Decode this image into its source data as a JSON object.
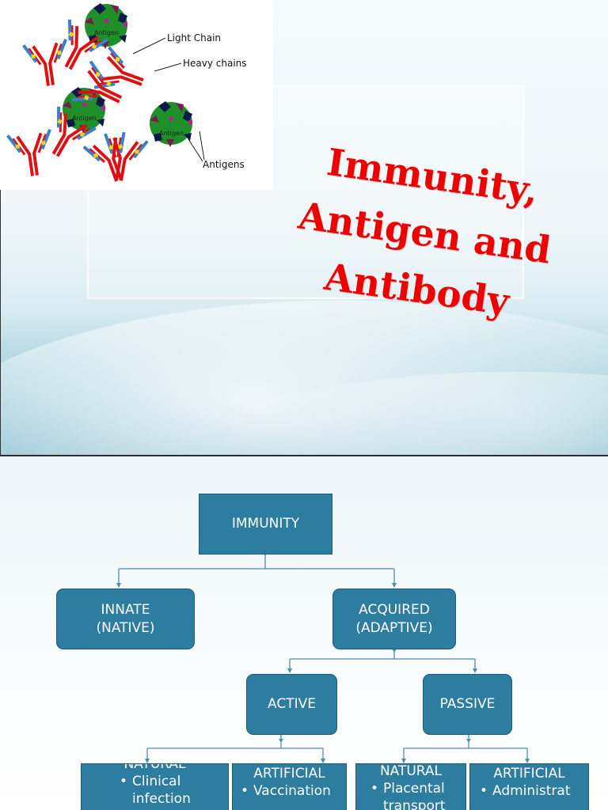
{
  "slide1": {
    "title_lines": [
      "Immunity,",
      "Antigen and",
      "Antibody"
    ],
    "illustration": {
      "label_light_chain": "Light Chain",
      "label_heavy_chains": "Heavy chains",
      "label_antigens": "Antigens",
      "antigen_word": "Antigen",
      "colors": {
        "heavy_chain": "#dd1111",
        "light_chain": "#3a7fd0",
        "antigen_body": "#1f8f2a",
        "epitope_dark": "#0b1a4a",
        "epitope_purple": "#7a1850",
        "epitope_magenta": "#c0189a",
        "hinge": "#f2d21b"
      }
    }
  },
  "slide2": {
    "nodes": {
      "immunity": "IMMUNITY",
      "innate_line1": "INNATE",
      "innate_line2": "(NATIVE)",
      "acquired_line1": "ACQUIRED",
      "acquired_line2": "(ADAPTIVE)",
      "active": "ACTIVE",
      "passive": "PASSIVE"
    },
    "leaves": {
      "natural_active": {
        "head": "NATURAL",
        "items": [
          "Clinical",
          "infection"
        ]
      },
      "artificial_active": {
        "head": "ARTIFICIAL",
        "items": [
          "Vaccination"
        ]
      },
      "natural_passive": {
        "head": "NATURAL",
        "items": [
          "Placental",
          "transport"
        ]
      },
      "artificial_passive": {
        "head": "ARTIFICIAL",
        "items": [
          "Administrat"
        ]
      }
    },
    "colors": {
      "node_fill": "#2d7da1",
      "node_border": "#1d5c78",
      "connector": "#4a8fb0"
    }
  }
}
